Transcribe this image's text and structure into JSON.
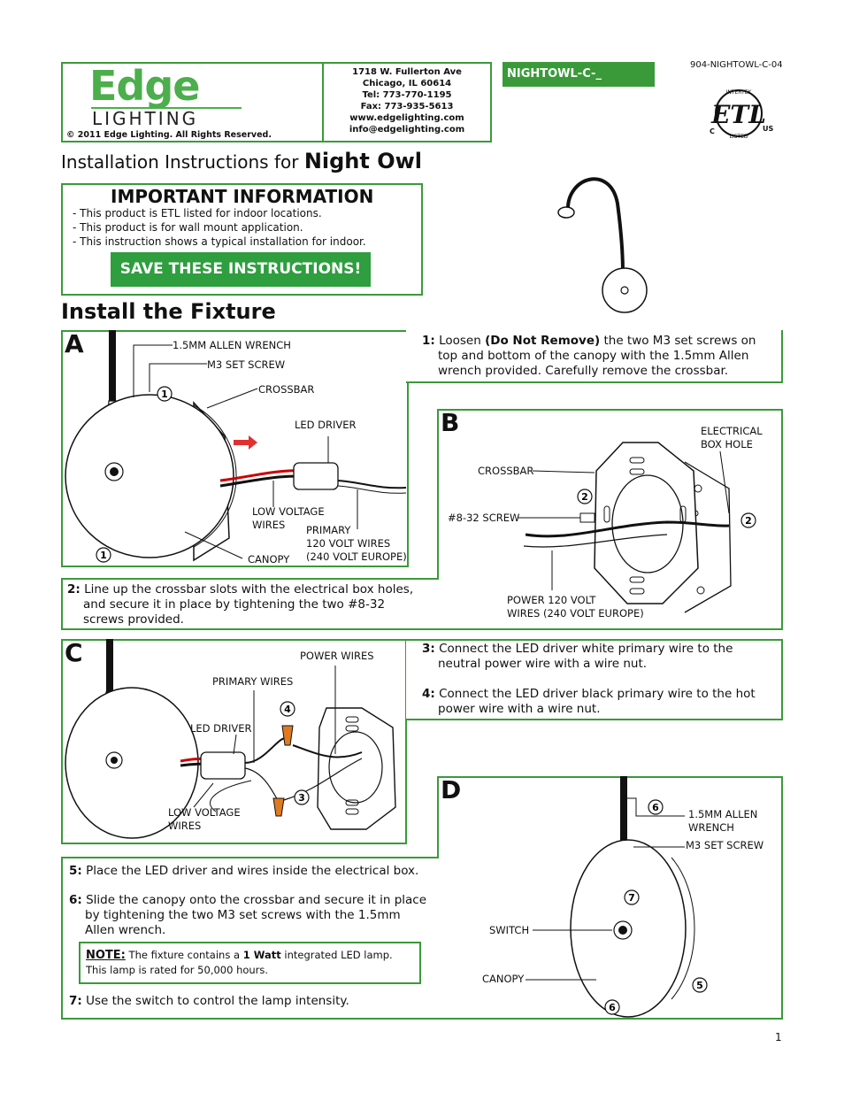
{
  "header": {
    "logo_main": "Edge",
    "logo_sub": "LIGHTING",
    "copyright": "© 2011 Edge Lighting. All Rights Reserved.",
    "address": [
      "1718 W. Fullerton Ave",
      "Chicago, IL 60614",
      "Tel: 773-770-1195",
      "Fax: 773-935-5613",
      "www.edgelighting.com",
      "info@edgelighting.com"
    ],
    "model": "NIGHTOWL-C-_",
    "doc_number": "904-NIGHTOWL-C-04",
    "cert": {
      "top": "INTERTEK",
      "mark": "ETL",
      "left": "C",
      "right": "US",
      "bottom": "LISTED"
    }
  },
  "title": {
    "prefix": "Installation Instructions for ",
    "product": "Night Owl"
  },
  "important": {
    "heading": "IMPORTANT INFORMATION",
    "items": [
      "- This product is ETL listed for indoor locations.",
      "- This product is for wall mount application.",
      "- This instruction shows a typical installation for indoor."
    ],
    "save_button": "SAVE THESE INSTRUCTIONS!"
  },
  "install_heading": "Install the Fixture",
  "panels": {
    "a": {
      "letter": "A",
      "labels": {
        "wrench": "1.5MM ALLEN WRENCH",
        "screw": "M3 SET SCREW",
        "crossbar": "CROSSBAR",
        "driver": "LED DRIVER",
        "low_voltage": "LOW VOLTAGE\nWIRES",
        "primary": "PRIMARY\n120 VOLT WIRES\n(240 VOLT EUROPE)",
        "canopy": "CANOPY"
      },
      "callouts": [
        "1",
        "1"
      ]
    },
    "b": {
      "letter": "B",
      "labels": {
        "box_hole": "ELECTRICAL\nBOX HOLE",
        "crossbar": "CROSSBAR",
        "screw": "#8-32 SCREW",
        "power": "POWER 120 VOLT\nWIRES (240 VOLT EUROPE)"
      },
      "callouts": [
        "2",
        "2"
      ]
    },
    "c": {
      "letter": "C",
      "labels": {
        "power": "POWER WIRES",
        "primary": "PRIMARY WIRES",
        "driver": "LED DRIVER",
        "low_voltage": "LOW VOLTAGE\nWIRES"
      },
      "callouts": [
        "4",
        "3"
      ]
    },
    "d": {
      "letter": "D",
      "labels": {
        "wrench": "1.5MM ALLEN\nWRENCH",
        "screw": "M3 SET SCREW",
        "switch": "SWITCH",
        "canopy": "CANOPY"
      },
      "callouts": [
        "6",
        "7",
        "5",
        "6"
      ]
    }
  },
  "steps": {
    "s1": {
      "num": "1:",
      "pre": " Loosen ",
      "bold": "(Do Not Remove)",
      "post": " the two M3 set screws on top and bottom of the canopy  with the 1.5mm Allen wrench provided. Carefully remove the crossbar."
    },
    "s2": {
      "num": "2:",
      "text": " Line up the crossbar slots with the electrical box holes, and secure it in place by tightening the two #8-32 screws provided."
    },
    "s3": {
      "num": "3:",
      "text": " Connect the LED driver white primary wire to the neutral power wire with a wire nut."
    },
    "s4": {
      "num": "4:",
      "text": " Connect the LED driver black primary wire to the hot power wire with a wire nut."
    },
    "s5": {
      "num": "5:",
      "text": " Place the LED driver and wires inside the electrical box."
    },
    "s6": {
      "num": "6:",
      "text": " Slide the canopy onto the crossbar and secure it in place by tightening the two M3 set screws with the 1.5mm Allen wrench."
    },
    "s7": {
      "num": "7:",
      "text": " Use the switch to control the lamp intensity."
    }
  },
  "note": {
    "label": "NOTE:",
    "pre": " The fixture contains a ",
    "bold": "1 Watt",
    "post": " integrated LED lamp. This lamp is rated for 50,000 hours."
  },
  "page_number": "1",
  "colors": {
    "brand_green": "#3a9a3a",
    "logo_green": "#4cae4c",
    "button_green": "#2e9e3e"
  }
}
